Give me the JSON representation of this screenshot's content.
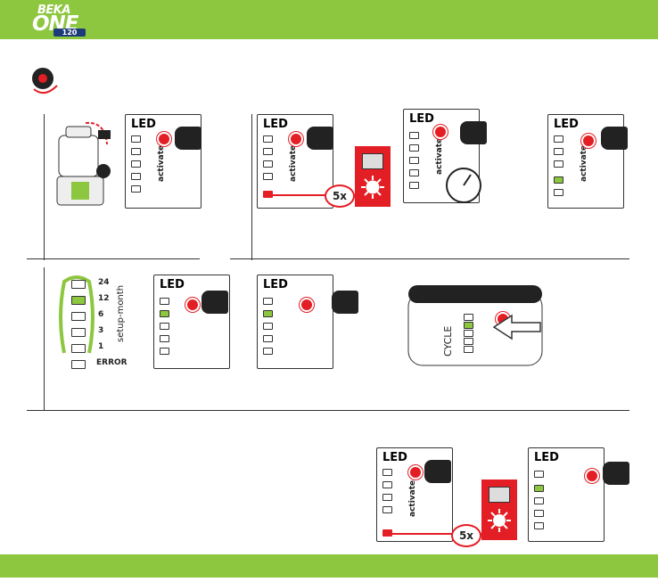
{
  "brand": {
    "name_top": "BEKA",
    "name_main": "ONE",
    "model": "120",
    "reg": "®"
  },
  "panels": {
    "led_label": "LED",
    "activate_label": "activate",
    "press_count": "5x",
    "device_label": "CYCLE",
    "error_label": "ERROR",
    "setup_label": "setup-month",
    "intervals": [
      "24",
      "12",
      "6",
      "3",
      "1"
    ]
  },
  "colors": {
    "accent": "#8dc63f",
    "alert": "#e31e24"
  }
}
